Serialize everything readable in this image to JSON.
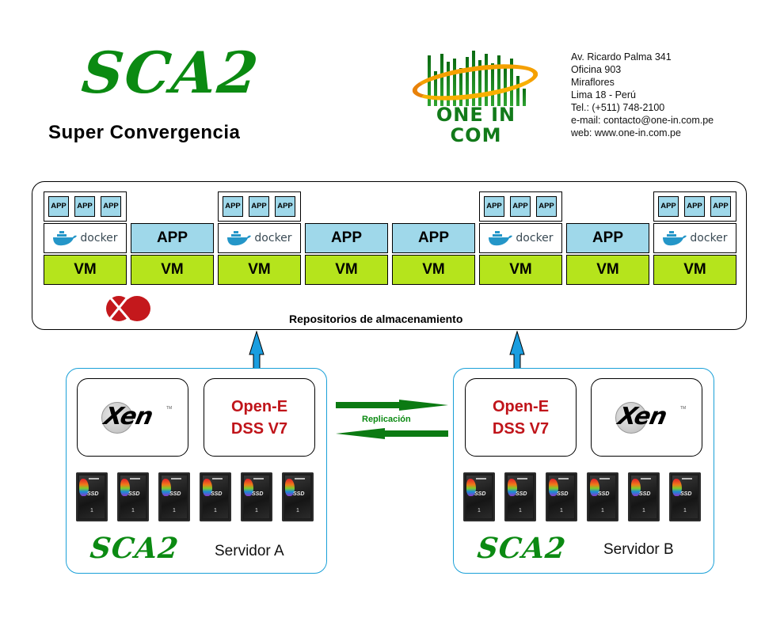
{
  "header": {
    "brand": "SCA2",
    "subtitle": "Super Convergencia",
    "company_logo_text": "ONE IN COM",
    "contact": [
      "Av. Ricardo Palma 341",
      "Oficina 903",
      "Miraflores",
      "Lima 18 - Perú",
      "Tel.: (+511) 748-2100",
      "e-mail: contacto@one-in.com.pe",
      "web: www.one-in.com.pe"
    ]
  },
  "virtualization": {
    "columns": [
      {
        "type": "docker",
        "apps": [
          "APP",
          "APP",
          "APP"
        ],
        "middle": "docker",
        "vm": "VM"
      },
      {
        "type": "app",
        "middle": "APP",
        "vm": "VM"
      },
      {
        "type": "docker",
        "apps": [
          "APP",
          "APP",
          "APP"
        ],
        "middle": "docker",
        "vm": "VM"
      },
      {
        "type": "app",
        "middle": "APP",
        "vm": "VM"
      },
      {
        "type": "app",
        "middle": "APP",
        "vm": "VM"
      },
      {
        "type": "docker",
        "apps": [
          "APP",
          "APP",
          "APP"
        ],
        "middle": "docker",
        "vm": "VM"
      },
      {
        "type": "app",
        "middle": "APP",
        "vm": "VM"
      },
      {
        "type": "docker",
        "apps": [
          "APP",
          "APP",
          "APP"
        ],
        "middle": "docker",
        "vm": "VM"
      }
    ],
    "storage_label": "Repositorios de almacenamiento",
    "xo_logo": "xen-orchestra-icon"
  },
  "replication": {
    "label": "Replicación"
  },
  "servers": [
    {
      "name": "Servidor A",
      "brand": "SCA2",
      "hypervisor": "Xen",
      "storage_line1": "Open-E",
      "storage_line2": "DSS V7",
      "ssd_count": 6,
      "ssd_label": "SSD"
    },
    {
      "name": "Servidor B",
      "brand": "SCA2",
      "hypervisor": "Xen",
      "storage_line1": "Open-E",
      "storage_line2": "DSS V7",
      "ssd_count": 6,
      "ssd_label": "SSD"
    }
  ],
  "colors": {
    "brand_green": "#0b8a12",
    "app_blue": "#9fd8ea",
    "vm_green": "#b5e41c",
    "server_border": "#1aa0d8",
    "opene_red": "#c0141a",
    "arrow_blue": "#1a9ee0",
    "xo_red": "#c4181c"
  }
}
